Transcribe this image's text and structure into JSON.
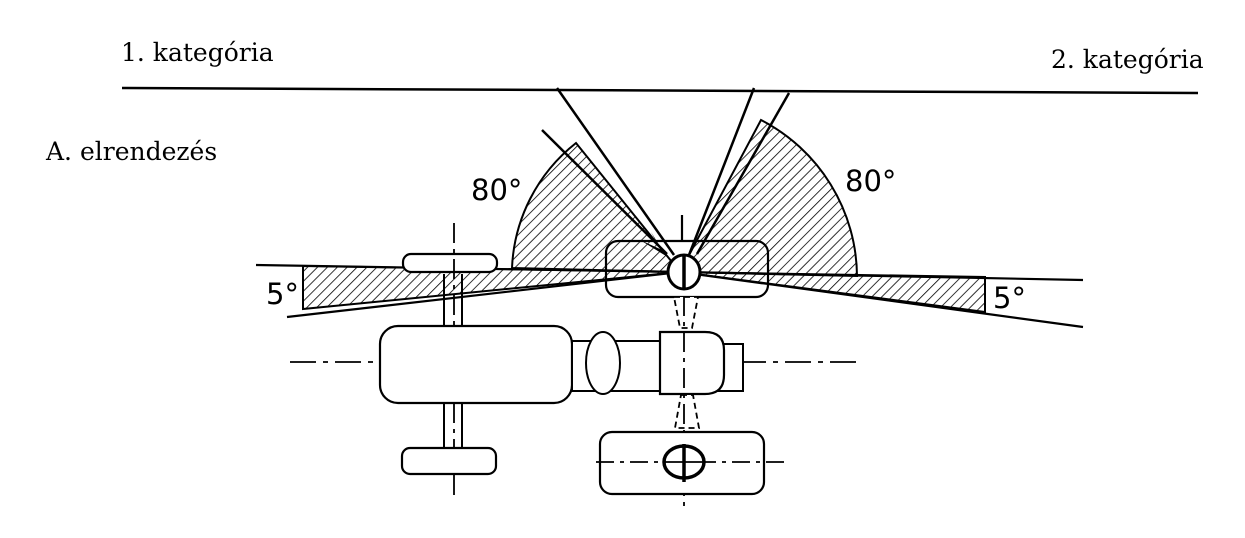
{
  "labels": {
    "category_1": "1. kategória",
    "category_2": "2. kategória",
    "arrangement": "A. elrendezés"
  },
  "angles": {
    "left_sector": "80°",
    "right_sector": "80°",
    "left_tilt": "5°",
    "right_tilt": "5°"
  },
  "colors": {
    "ink": "#000000",
    "paper": "#ffffff"
  }
}
